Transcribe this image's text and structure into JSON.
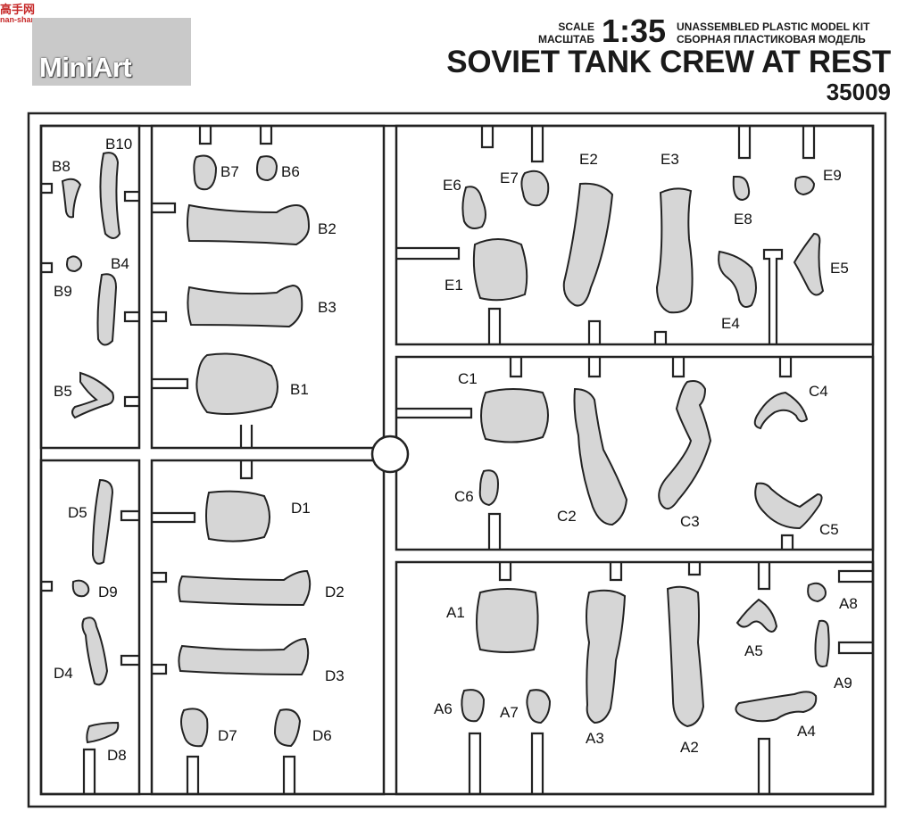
{
  "site_mark": {
    "text": "高手网",
    "sub": "nan-shan.com"
  },
  "brand": {
    "logo": "MiniArt"
  },
  "header": {
    "scale_en": "SCALE",
    "scale_ru": "МАСШТАБ",
    "ratio": "1:35",
    "kit_en": "UNASSEMBLED PLASTIC MODEL KIT",
    "kit_ru": "СБОРНАЯ ПЛАСТИКОВАЯ МОДЕЛЬ",
    "title": "SOVIET TANK CREW AT REST",
    "number": "35009"
  },
  "colors": {
    "part_fill": "#d6d6d6",
    "sprue": "#cccccc",
    "outline": "#222222",
    "logo_bg": "#c9c9c9"
  },
  "parts": {
    "B10": "B10",
    "B8": "B8",
    "B7": "B7",
    "B6": "B6",
    "B2": "B2",
    "B4": "B4",
    "B9": "B9",
    "B3": "B3",
    "B5": "B5",
    "B1": "B1",
    "E6": "E6",
    "E7": "E7",
    "E2": "E2",
    "E3": "E3",
    "E8": "E8",
    "E9": "E9",
    "E1": "E1",
    "E4": "E4",
    "E5": "E5",
    "C1": "C1",
    "C4": "C4",
    "C6": "C6",
    "C2": "C2",
    "C3": "C3",
    "C5": "C5",
    "D1": "D1",
    "D5": "D5",
    "D9": "D9",
    "D2": "D2",
    "D4": "D4",
    "D3": "D3",
    "D7": "D7",
    "D6": "D6",
    "D8": "D8",
    "A1": "A1",
    "A8": "A8",
    "A5": "A5",
    "A9": "A9",
    "A6": "A6",
    "A7": "A7",
    "A3": "A3",
    "A2": "A2",
    "A4": "A4"
  }
}
